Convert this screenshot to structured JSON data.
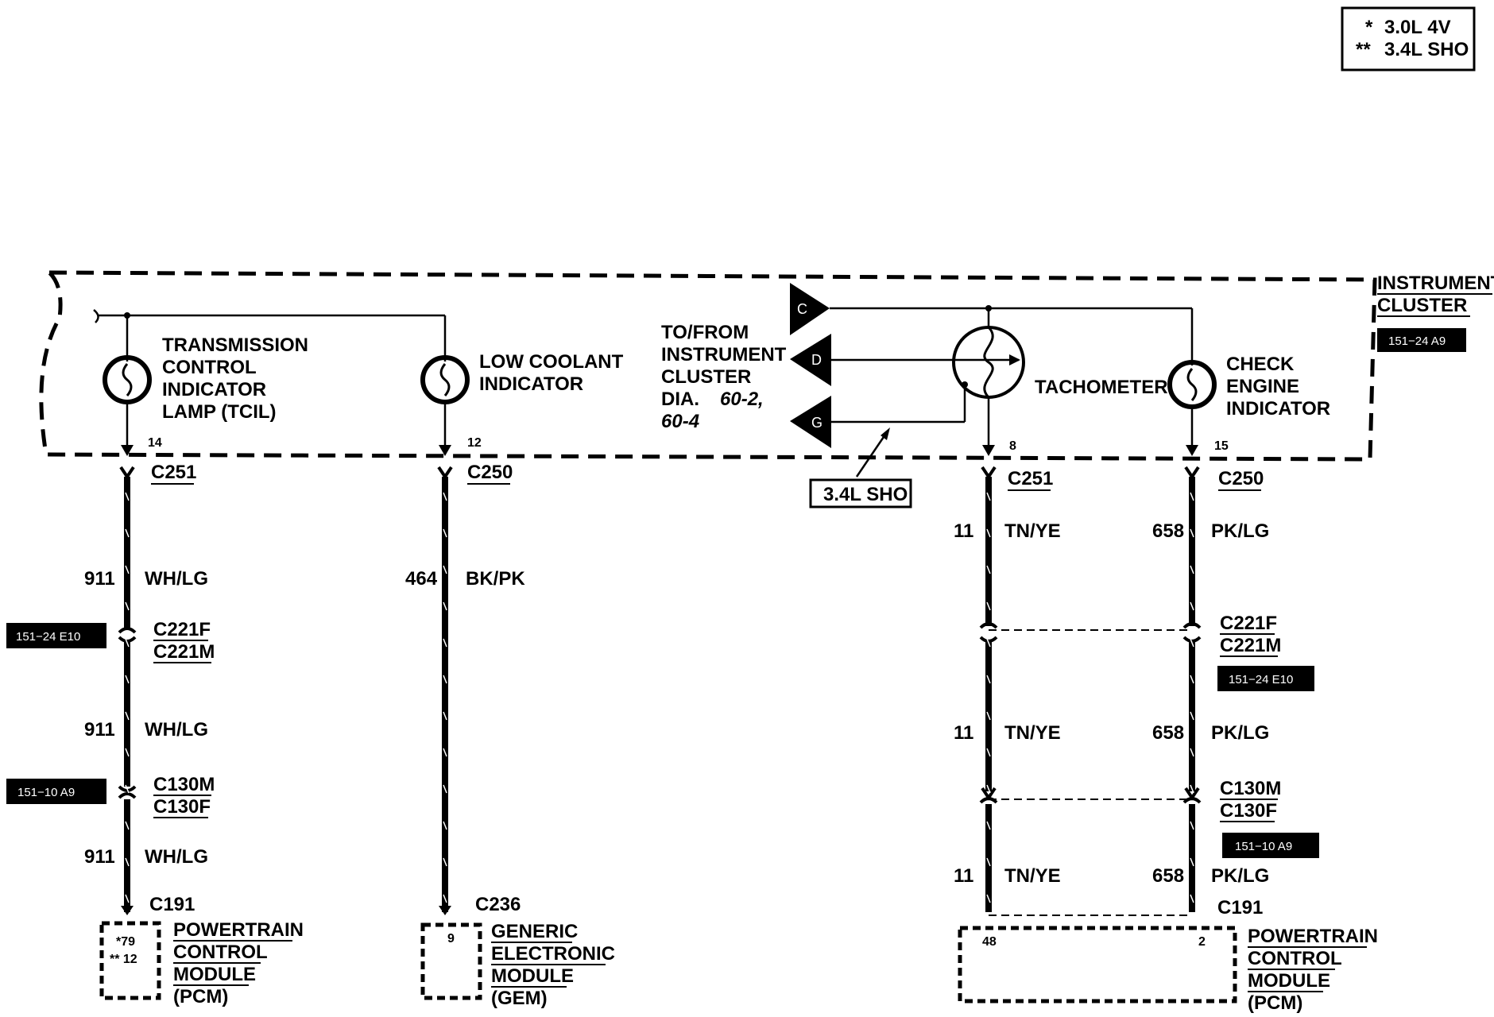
{
  "legend": {
    "line1_mark": "*",
    "line1_text": "3.0L 4V",
    "line2_mark": "**",
    "line2_text": "3.4L SHO"
  },
  "cluster": {
    "title_line1": "INSTRUMENT",
    "title_line2": "CLUSTER",
    "ref": "151−24 A9"
  },
  "components": {
    "tcil": [
      "TRANSMISSION",
      "CONTROL",
      "INDICATOR",
      "LAMP (TCIL)"
    ],
    "low_coolant": [
      "LOW COOLANT",
      "INDICATOR"
    ],
    "tachometer": "TACHOMETER",
    "check_engine": [
      "CHECK",
      "ENGINE",
      "INDICATOR"
    ]
  },
  "to_from": {
    "line1": "TO/FROM",
    "line2": "INSTRUMENT",
    "line3": "CLUSTER",
    "line4a": "DIA.",
    "line4b": "60-2,",
    "line5": "60-4",
    "connectors": [
      "C",
      "D",
      "G"
    ],
    "sho_callout": "3.4L SHO"
  },
  "pins": {
    "tcil": "14",
    "low_coolant": "12",
    "tach": "8",
    "check_engine": "15"
  },
  "wire_tcil": {
    "top_conn": "C251",
    "seg1_circuit": "911",
    "seg1_color": "WH/LG",
    "c221_ref": "151−24 E10",
    "c221_a": "C221F",
    "c221_b": "C221M",
    "seg2_circuit": "911",
    "seg2_color": "WH/LG",
    "c130_ref": "151−10 A9",
    "c130_a": "C130M",
    "c130_b": "C130F",
    "seg3_circuit": "911",
    "seg3_color": "WH/LG",
    "bottom_conn": "C191"
  },
  "wire_coolant": {
    "top_conn": "C250",
    "circuit": "464",
    "color": "BK/PK",
    "bottom_conn": "C236"
  },
  "wire_tach": {
    "top_conn": "C251",
    "seg1_circuit": "11",
    "seg1_color": "TN/YE",
    "seg2_circuit": "11",
    "seg2_color": "TN/YE",
    "seg3_circuit": "11",
    "seg3_color": "TN/YE"
  },
  "wire_check": {
    "top_conn": "C250",
    "seg1_circuit": "658",
    "seg1_color": "PK/LG",
    "c221_a": "C221F",
    "c221_b": "C221M",
    "c221_ref": "151−24 E10",
    "seg2_circuit": "658",
    "seg2_color": "PK/LG",
    "c130_a": "C130M",
    "c130_b": "C130F",
    "c130_ref": "151−10 A9",
    "seg3_circuit": "658",
    "seg3_color": "PK/LG",
    "bottom_conn": "C191"
  },
  "pcm_left": {
    "pin_a": "*79",
    "pin_b": "** 12",
    "name": [
      "POWERTRAIN",
      "CONTROL",
      "MODULE",
      "(PCM)"
    ]
  },
  "gem": {
    "pin": "9",
    "name": [
      "GENERIC",
      "ELECTRONIC",
      "MODULE",
      "(GEM)"
    ]
  },
  "pcm_right": {
    "pin_a": "48",
    "pin_b": "2",
    "name": [
      "POWERTRAIN",
      "CONTROL",
      "MODULE",
      "(PCM)"
    ]
  }
}
